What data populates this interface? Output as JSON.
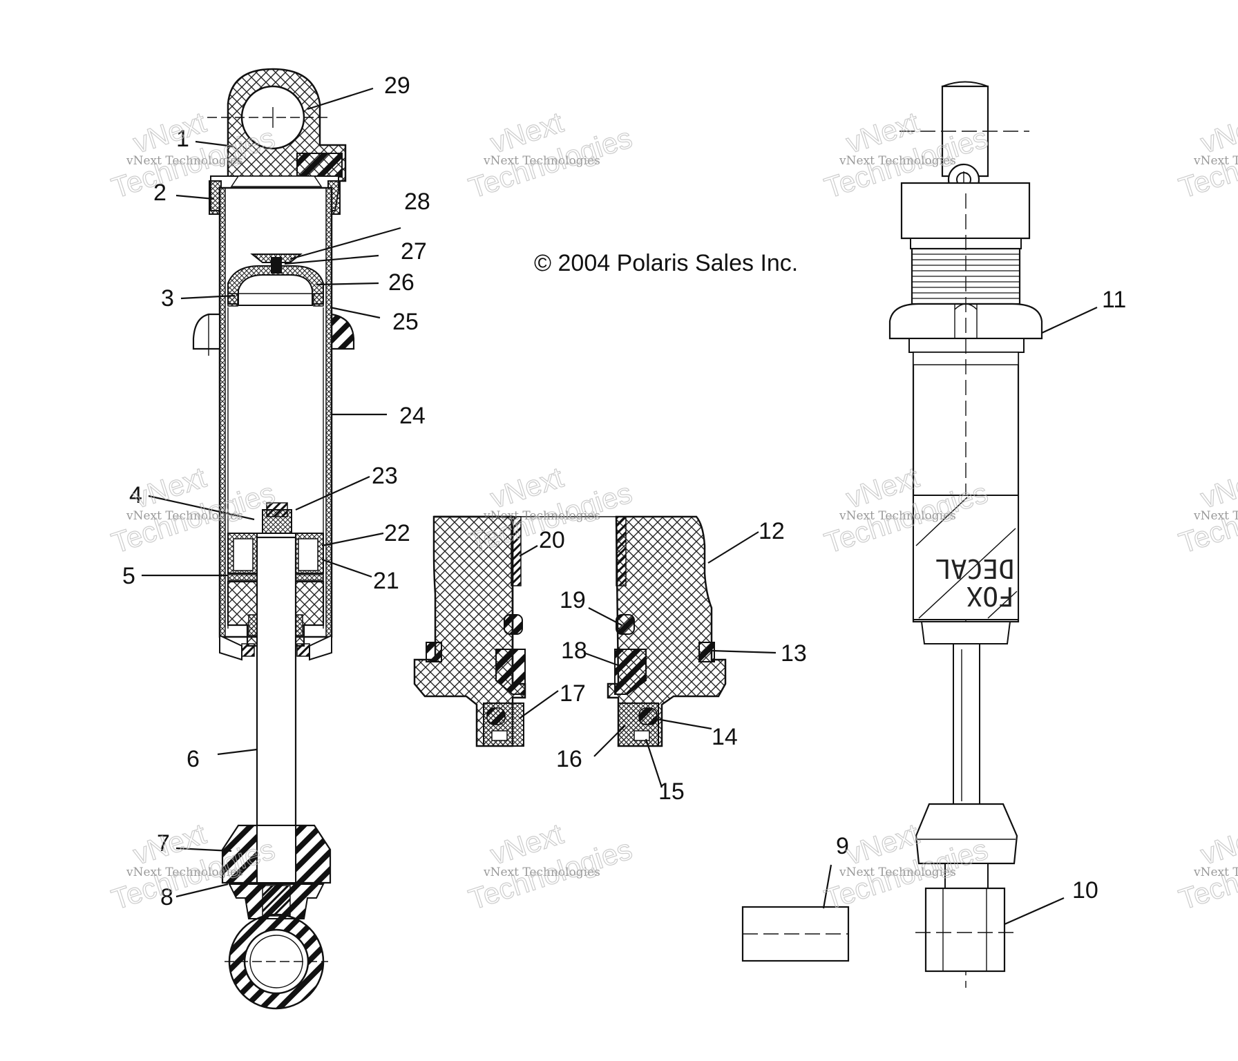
{
  "copyright": "© 2004 Polaris Sales Inc.",
  "decal_lines": [
    "DECAL",
    "FOX"
  ],
  "watermark": {
    "line1": "vNext Technologies",
    "line2": "vNext",
    "line3": "Technologies"
  },
  "callouts": [
    "1",
    "2",
    "3",
    "4",
    "5",
    "6",
    "7",
    "8",
    "9",
    "10",
    "11",
    "12",
    "13",
    "14",
    "15",
    "16",
    "17",
    "18",
    "19",
    "20",
    "21",
    "22",
    "23",
    "24",
    "25",
    "26",
    "27",
    "28",
    "29"
  ],
  "colors": {
    "ink": "#111111",
    "paper": "#ffffff",
    "watermark": "#bbbbbb"
  }
}
